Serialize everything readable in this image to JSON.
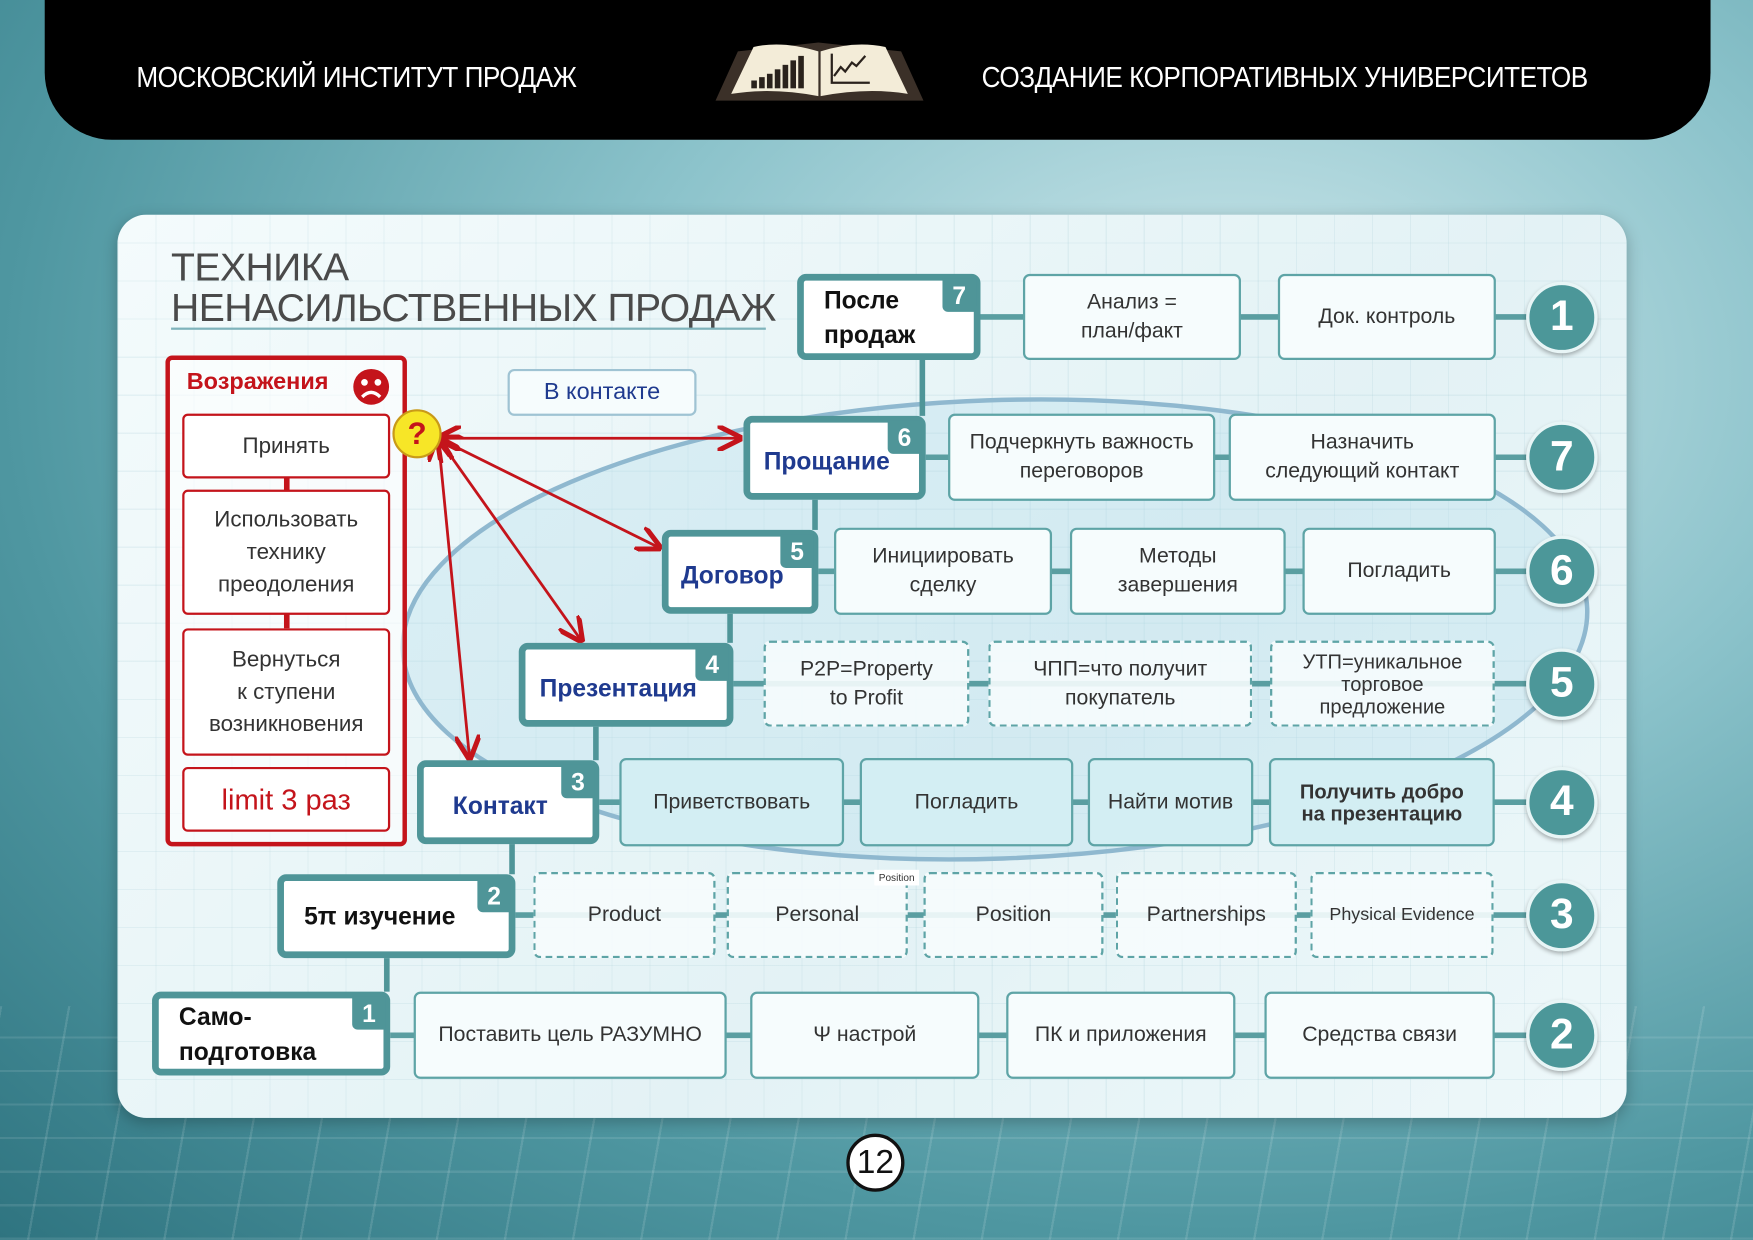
{
  "header": {
    "left_title": "МОСКОВСКИЙ  ИНСТИТУТ  ПРОДАЖ",
    "right_title": "СОЗДАНИЕ  КОРПОРАТИВНЫХ УНИВЕРСИТЕТОВ",
    "logo": "open-book-chart-logo"
  },
  "diagram": {
    "title_line1": "ТЕХНИКА",
    "title_line2": "НЕНАСИЛЬСТВЕННЫХ ПРОДАЖ",
    "in_contact_label": "В контакте",
    "question_mark": "?",
    "position_tag": "Position",
    "objections": {
      "title": "Возражения",
      "items": [
        "Принять",
        "Использовать\nтехнику\nпреодоления",
        "Вернуться\nк  ступени\nвозникновения"
      ],
      "limit": "limit 3 раз"
    },
    "steps": [
      {
        "number": "1",
        "label": "Само-\nподготовка",
        "circle": "2",
        "items": [
          "Поставить цель РАЗУМНО",
          "Ψ настрой",
          "ПК и приложения",
          "Средства связи"
        ]
      },
      {
        "number": "2",
        "label": "5π изучение",
        "circle": "3",
        "items": [
          "Product",
          "Personal",
          "Position",
          "Partnerships",
          "Physical  Evidence"
        ]
      },
      {
        "number": "3",
        "label": "Контакт",
        "circle": "4",
        "items": [
          "Приветствовать",
          "Погладить",
          "Найти  мотив",
          "Получить добро\nна презентацию"
        ]
      },
      {
        "number": "4",
        "label": "Презентация",
        "circle": "5",
        "items": [
          "P2P=Property\nto Profit",
          "ЧПП=что получит\nпокупатель",
          "УТП=уникальное\nторговое\nпредложение"
        ]
      },
      {
        "number": "5",
        "label": "Договор",
        "circle": "6",
        "items": [
          "Инициировать\nсделку",
          "Методы\nзавершения",
          "Погладить"
        ]
      },
      {
        "number": "6",
        "label": "Прощание",
        "circle": "7",
        "items": [
          "Подчеркнуть важность\nпереговоров",
          "Назначить\nследующий  контакт"
        ]
      },
      {
        "number": "7",
        "label": "После\nпродаж",
        "circle": "1",
        "items": [
          "Анализ =\nплан/факт",
          "Док. контроль"
        ]
      }
    ]
  },
  "page_number": "12",
  "colors": {
    "teal": "#4f9598",
    "red": "#c4141b",
    "blue": "#1f3a8f",
    "yellow": "#f7e627"
  }
}
